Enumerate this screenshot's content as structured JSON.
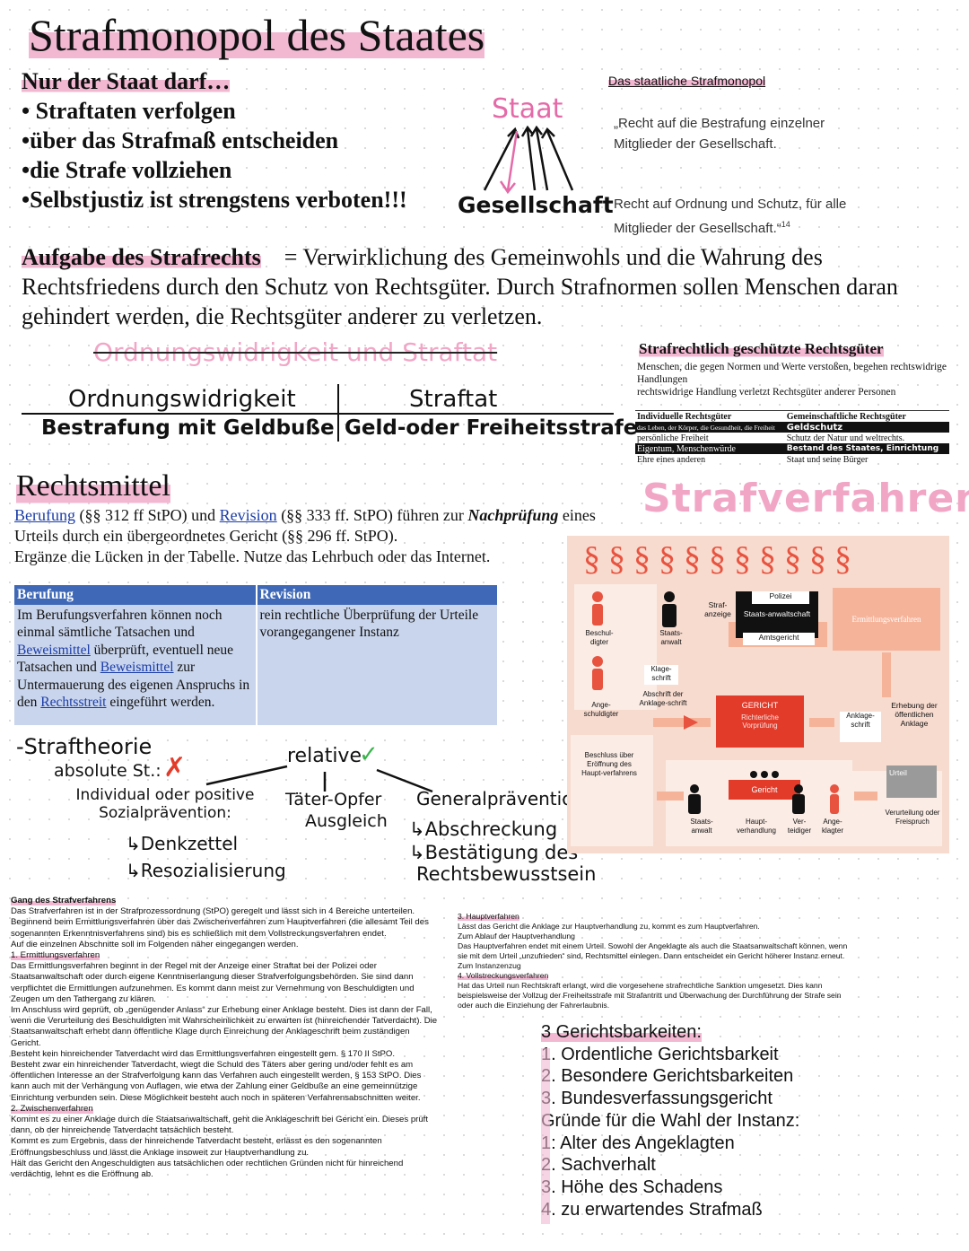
{
  "title": "Strafmonopol des Staates",
  "intro": {
    "heading": "Nur der Staat darf…",
    "items": [
      "• Straftaten verfolgen",
      "•über das Strafmaß entscheiden",
      "•die Strafe vollziehen",
      "•Selbstjustiz ist strengstens verboten!!!"
    ]
  },
  "diagram": {
    "top": "Staat",
    "bottom": "Gesellschaft"
  },
  "monopol": {
    "heading": "Das staatliche Strafmonopol",
    "quote1": "„Recht auf die Bestrafung einzelner Mitglieder der Gesellschaft.",
    "quote2": "Recht auf Ordnung und Schutz, für alle Mitglieder der Gesellschaft.“",
    "sup": "14"
  },
  "aufgabe": {
    "heading": "Aufgabe des Strafrechts",
    "text": "= Verwirklichung des Gemeinwohls und die Wahrung des Rechtsfriedens durch den Schutz von Rechtsgüter. Durch Strafnormen sollen Menschen daran gehindert werden, die Rechtsgüter anderer zu verletzen."
  },
  "owi": {
    "crossed": "Ordnungswidrigkeit und Straftat",
    "left_head": "Ordnungswidrigkeit",
    "left_body": "Bestrafung mit Geldbuße",
    "right_head": "Straftat",
    "right_body": "Geld-oder Freiheitsstrafe"
  },
  "rechtsgueter": {
    "heading": "Strafrechtlich geschützte Rechtsgüter",
    "desc": [
      "Menschen, die gegen Normen und Werte verstoßen, begehen rechtswidrige Handlungen",
      "rechtswidrige Handlung verletzt Rechtsgüter anderer Personen"
    ],
    "col1": "Individuelle Rechtsgüter",
    "col2": "Gemeinschaftliche Rechtsgüter",
    "rows": [
      [
        "das Leben, der Körper, die Gesundheit, die Freiheit",
        "Geldschutz"
      ],
      [
        "persönliche Freiheit",
        "Schutz der Natur und weltrechts."
      ],
      [
        "Eigentum, Menschenwürde",
        "Bestand des Staates, Einrichtung"
      ],
      [
        "Ehre eines anderen",
        "Staat und seine Bürger"
      ]
    ]
  },
  "rechtsmittel": {
    "heading": "Rechtsmittel",
    "p1_a": "Berufung",
    "p1_b": " (§§ 312 ff StPO) und ",
    "p1_c": "Revision",
    "p1_d": " (§§ 333 ff. StPO) führen zur ",
    "p1_e": "Nachprüfung",
    "p1_f": " eines Urteils durch ein übergeordnetes Gericht (§§ 296 ff. StPO).",
    "p2": "Ergänze die Lücken in der Tabelle. Nutze das Lehrbuch oder das Internet.",
    "th1": "Berufung",
    "th2": "Revision",
    "td1_a": "Im Berufungsverfahren können noch einmal sämtliche Tatsachen und ",
    "td1_b": "Beweismittel",
    "td1_c": " überprüft, eventuell neue Tatsachen und ",
    "td1_d": "Beweismittel",
    "td1_e": " zur Untermauerung des eigenen Anspruchs in den ",
    "td1_f": "Rechtsstreit",
    "td1_g": " eingeführt werden.",
    "td2": "rein rechtliche Überprüfung der Urteile vorangegangener Instanz"
  },
  "theorie": {
    "heading": "-Straftheorie",
    "absolute": "absolute St.:",
    "relative": "relative",
    "ind": "Individual oder positive Sozialprävention:",
    "denk": "↳Denkzettel",
    "reso": "↳Resozialisierung",
    "toa1": "Täter-Opfer",
    "toa2": "Ausgleich",
    "gen": "Generalprävention",
    "abs": "↳Abschreckung",
    "best1": "↳Bestätigung des",
    "best2": "Rechtsbewusstsein"
  },
  "strafverfahren": {
    "heading": "Strafverfahren",
    "labels": {
      "beschuldigter": "Beschul-digter",
      "staatsanwalt": "Staats-anwalt",
      "strafanzeige": "Straf-anzeige",
      "polizei": "Polizei",
      "sta": "Staats-anwaltschaft",
      "amtsgericht": "Amtsgericht",
      "ermittlung": "Ermittlungsverfahren",
      "klage": "Klage-schrift",
      "abschrift": "Abschrift der Anklage-schrift",
      "angeschuldigter": "Ange-schuldigter",
      "gericht": "GERICHT",
      "vorpruefung": "Richterliche Vorprüfung",
      "anklageschrift": "Anklage-schrift",
      "erhebung": "Erhebung der öffentlichen Anklage",
      "beschluss": "Beschluss über Eröffnung des Haupt-verfahrens",
      "staatsanwalt2": "Staats-anwalt",
      "gericht2": "Gericht",
      "haupt": "Haupt-verhandlung",
      "verteidiger": "Ver-teidiger",
      "angeklagter": "Ange-klagter",
      "urteil": "Urteil",
      "verurteilung": "Verurteilung oder Freispruch"
    }
  },
  "gang": {
    "heading": "Gang des Strafverfahrens",
    "paras": [
      "Das Strafverfahren ist in der Strafprozessordnung (StPO) geregelt und lässt sich in 4 Bereiche unterteilen.",
      "Beginnend beim Ermittlungsverfahren über das Zwischenverfahren zum Hauptverfahren (die allesamt Teil des sogenannten Erkenntnisverfahrens sind) bis es schließlich mit dem Vollstreckungsverfahren endet.",
      "Auf die einzelnen Abschnitte soll im Folgenden näher eingegangen werden."
    ],
    "h1": "1. Ermittlungsverfahren",
    "p1": [
      "Das Ermittlungsverfahren beginnt in der Regel mit der Anzeige einer Straftat bei der Polizei oder Staatsanwaltschaft oder durch eigene Kenntniserlangung dieser Strafverfolgungsbehörden. Sie sind dann verpflichtet die Ermittlungen aufzunehmen. Es kommt dann meist zur Vernehmung von Beschuldigten und Zeugen um den Tathergang zu klären.",
      "Im Anschluss wird geprüft, ob „genügender Anlass“ zur Erhebung einer Anklage besteht. Dies ist dann der Fall, wenn die Verurteilung des Beschuldigten mit Wahrscheinlichkeit zu erwarten ist (hinreichender Tatverdacht). Die Staatsanwaltschaft erhebt dann öffentliche Klage durch Einreichung der Anklageschrift beim zuständigen Gericht.",
      "Besteht kein hinreichender Tatverdacht wird das Ermittlungsverfahren eingestellt gem. § 170 II StPO.",
      "Besteht zwar ein hinreichender Tatverdacht, wiegt die Schuld des Täters aber gering und/oder fehlt es am öffentlichen Interesse an der Strafverfolgung kann das Verfahren auch eingestellt werden, § 153 StPO. Dies kann auch mit der Verhängung von Auflagen, wie etwa der Zahlung einer Geldbuße an eine gemeinnützige Einrichtung verbunden sein. Diese Möglichkeit besteht auch noch in späteren Verfahrensabschnitten weiter."
    ],
    "h2": "2. Zwischenverfahren",
    "p2": [
      "Kommt es zu einer Anklage durch die Staatsanwaltschaft, geht die Anklageschrift bei Gericht ein. Dieses prüft dann, ob der hinreichende Tatverdacht tatsächlich besteht.",
      "Kommt es zum Ergebnis, dass der hinreichende Tatverdacht besteht, erlässt es den sogenannten Eröffnungsbeschluss und lässt die Anklage insoweit zur Hauptverhandlung zu.",
      "Hält das Gericht den Angeschuldigten aus tatsächlichen oder rechtlichen Gründen nicht für hinreichend verdächtig, lehnt es die Eröffnung ab."
    ],
    "h3": "3. Hauptverfahren",
    "p3": [
      "Lässt das Gericht die Anklage zur Hauptverhandlung zu, kommt es zum Hauptverfahren.",
      "Zum Ablauf der Hauptverhandlung",
      "Das Hauptverfahren endet mit einem Urteil. Sowohl der Angeklagte als auch die Staatsanwaltschaft können, wenn sie mit dem Urteil „unzufrieden“ sind, Rechtsmittel einlegen. Dann entscheidet ein Gericht höherer Instanz erneut. Zum Instanzenzug"
    ],
    "h4": "4. Vollstreckungsverfahren",
    "p4": [
      "Hat das Urteil nun Rechtskraft erlangt, wird die vorgesehene strafrechtliche Sanktion umgesetzt. Dies kann beispielsweise der Vollzug der Freiheitsstrafe mit Strafantritt und Überwachung der Durchführung der Strafe sein oder auch die Einziehung der Fahrerlaubnis."
    ]
  },
  "gerichte": {
    "lines": [
      "3 Gerichtsbarkeiten:",
      "1. Ordentliche Gerichtsbarkeit",
      "2. Besondere Gerichtsbarkeiten",
      "3. Bundesverfassungsgericht",
      "Gründe für die Wahl der Instanz:",
      "1: Alter des Angeklagten",
      "2. Sachverhalt",
      "3. Höhe des Schadens",
      "4. zu erwartendes Strafmaß"
    ]
  },
  "colors": {
    "highlight": "#f2b8d2",
    "pink": "#e46aa8",
    "table_head": "#3f69b7",
    "table_body": "#c9d5ec",
    "flow_bg": "#f7dbcf",
    "flow_red": "#e23b2a",
    "flow_pale": "#f5b39a"
  }
}
